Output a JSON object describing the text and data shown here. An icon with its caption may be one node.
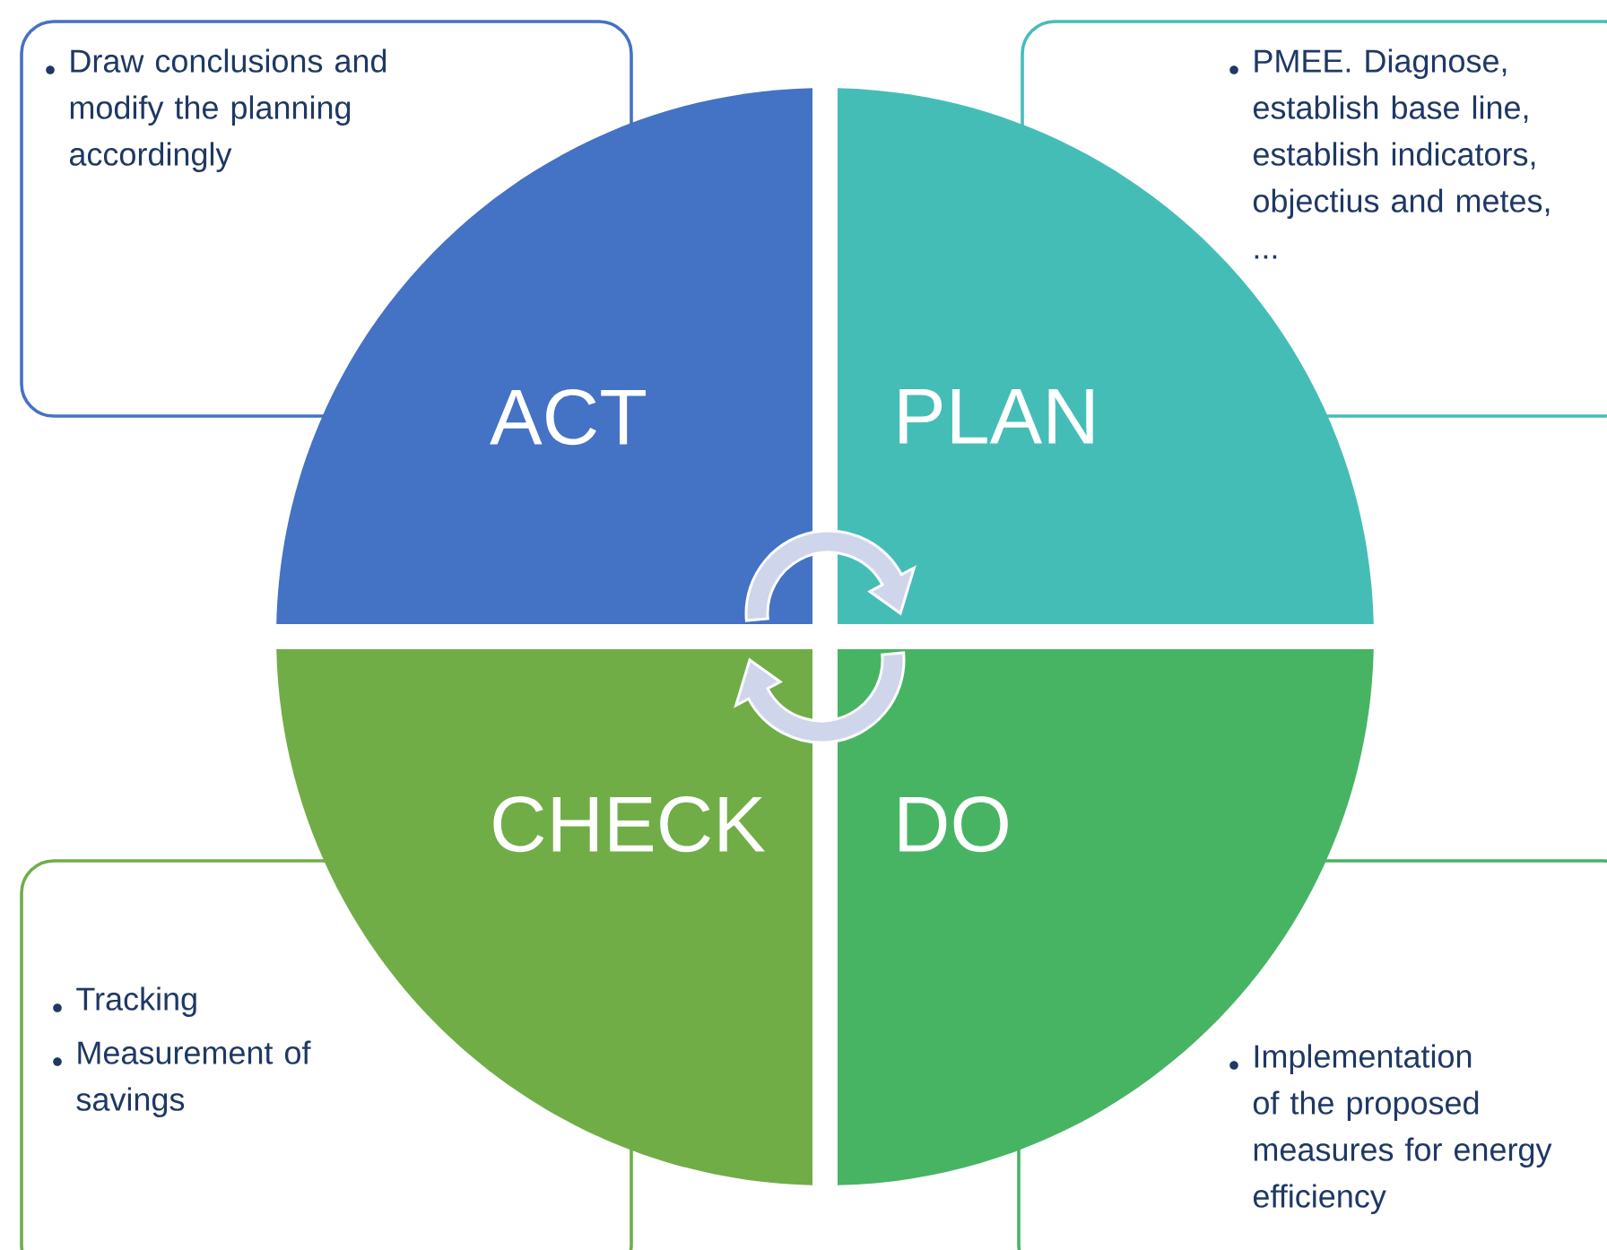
{
  "diagram": {
    "nodes": [
      {
        "text": [
          "Draw conclusions and modify the planning accordingly"
        ]
      },
      {
        "text": [
          "PMEE. Diagnose, establish base line, establish indicators, objectius and metes, ..."
        ]
      },
      {
        "text": [
          "ACT"
        ]
      },
      {
        "text": [
          "PLAN"
        ]
      },
      {
        "text": [
          "CHECK"
        ]
      },
      {
        "text": [
          "DO"
        ]
      },
      {
        "text": [
          "Tracking",
          "Measurement of savings"
        ]
      },
      {
        "text": [
          "Implementation of the proposed measures for energy efficiency"
        ]
      }
    ],
    "edges": [
      {
        "from": 2,
        "to": 3,
        "arrow": "to"
      },
      {
        "from": 5,
        "to": 4,
        "arrow": "to"
      }
    ]
  }
}
